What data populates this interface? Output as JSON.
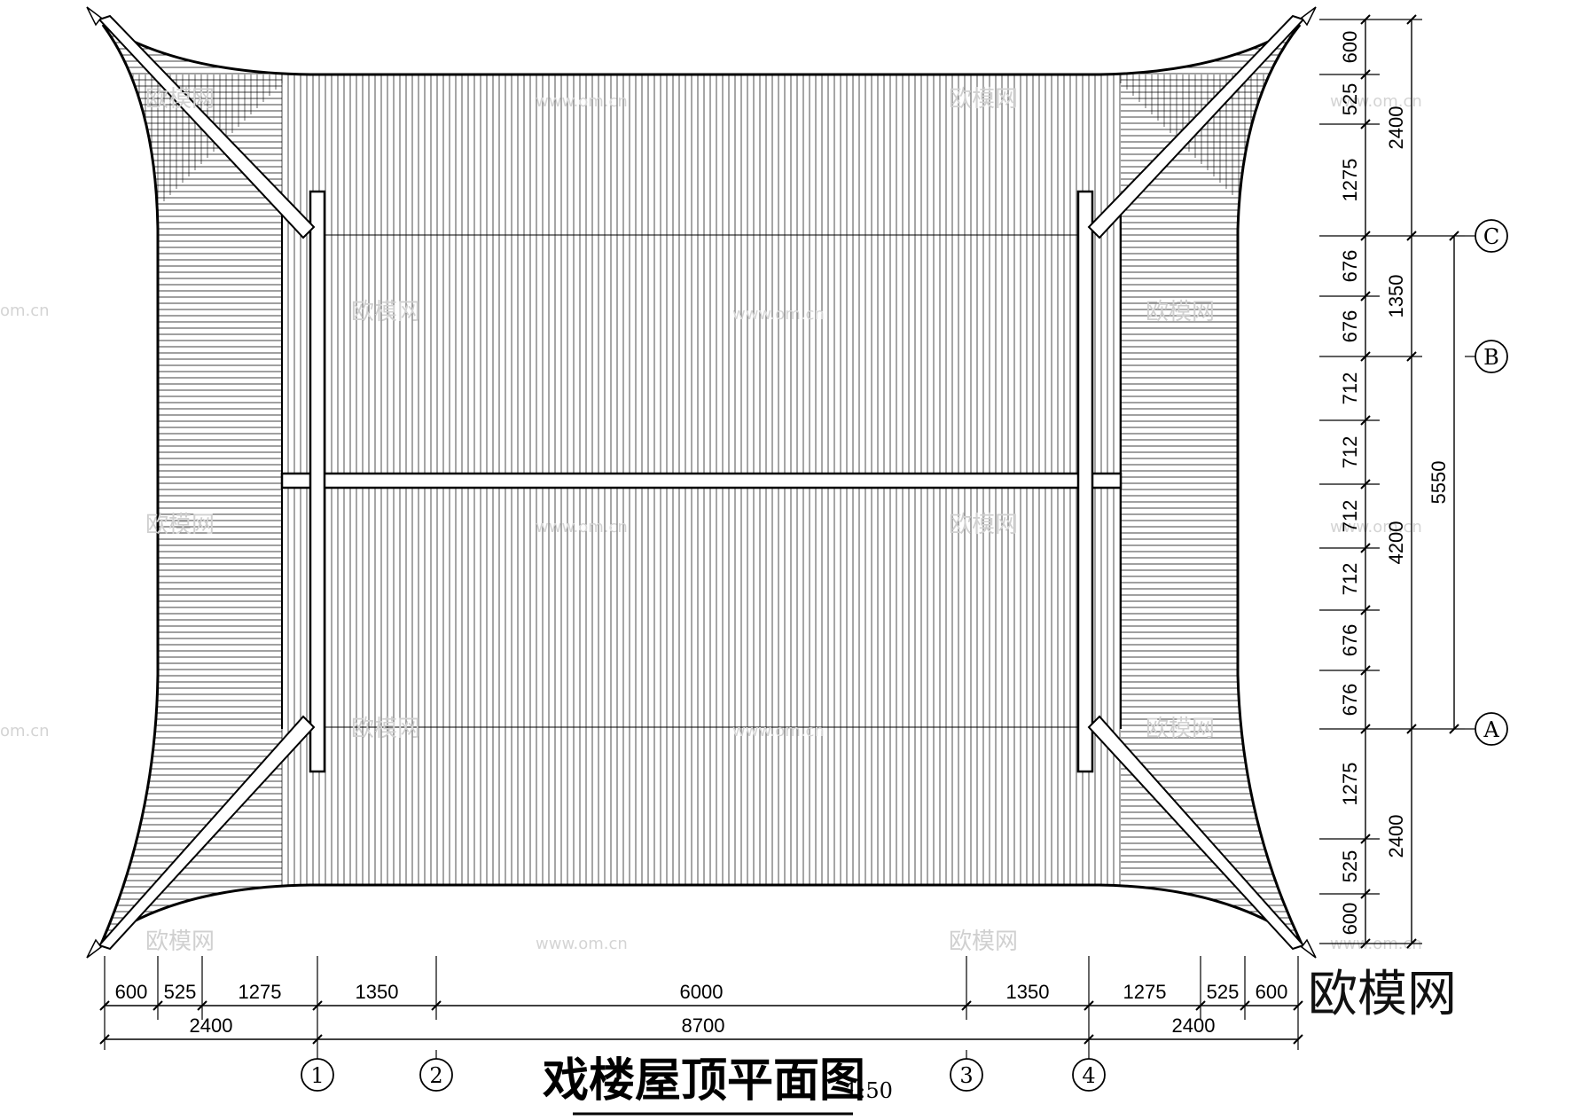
{
  "drawing_title": "戏楼屋顶平面图",
  "scale": "1:50",
  "watermark": {
    "brand": "欧模网",
    "url": "www.om.cn",
    "short_url": "om.cn"
  },
  "colors": {
    "ink": "#000000",
    "paper": "#ffffff"
  },
  "bottom_dimensions": {
    "row1": [
      "600",
      "525",
      "1275",
      "1350",
      "6000",
      "1350",
      "1275",
      "525",
      "600"
    ],
    "row2": [
      "2400",
      "8700",
      "2400"
    ]
  },
  "right_dimensions": {
    "col1": [
      "600",
      "525",
      "1275",
      "676",
      "676",
      "712",
      "712",
      "712",
      "712",
      "676",
      "676",
      "1275",
      "525",
      "600"
    ],
    "col2": [
      "2400",
      "1350",
      "4200",
      "2400"
    ],
    "col3": [
      "5550"
    ]
  },
  "axes": {
    "vertical": [
      "1",
      "2",
      "3",
      "4"
    ],
    "horizontal": [
      "C",
      "B",
      "A"
    ]
  }
}
